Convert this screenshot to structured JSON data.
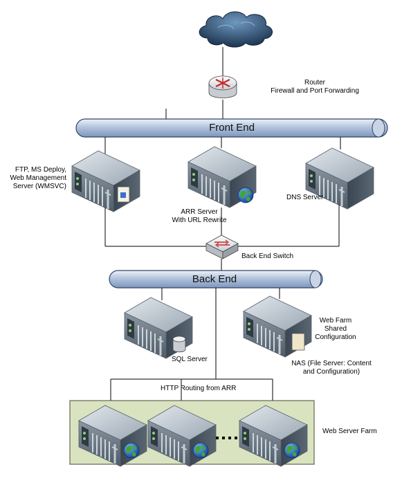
{
  "buses": {
    "front_end": "Front End",
    "back_end": "Back End"
  },
  "labels": {
    "router": [
      "Router",
      "Firewall and Port Forwarding"
    ],
    "ftp": [
      "FTP, MS Deploy,",
      "Web Management",
      "Server (WMSVC)"
    ],
    "arr": [
      "ARR Server",
      "With URL Rewrite"
    ],
    "dns": [
      "DNS Server"
    ],
    "back_end_switch": [
      "Back End Switch"
    ],
    "sql": [
      "SQL Server"
    ],
    "web_farm_config": [
      "Web Farm",
      "Shared",
      "Configuration"
    ],
    "nas": [
      "NAS (File Server: Content",
      "and Configuration)"
    ],
    "http_routing": [
      "HTTP Routing from ARR"
    ],
    "web_server_farm": [
      "Web Server Farm"
    ]
  },
  "icons": {
    "cloud": "internet-cloud-icon",
    "router": "router-icon",
    "switch": "switch-icon",
    "server": "server-icon",
    "globe": "globe-icon",
    "database": "database-icon",
    "document": "document-icon",
    "ellipsis": "ellipsis-icon"
  },
  "colors": {
    "bus_fill_top": "#dbe4f0",
    "bus_fill_bottom": "#8ea6c8",
    "bus_stroke": "#2f4668",
    "farm_fill": "#d9e3bf",
    "farm_stroke": "#4a4a3a",
    "cloud_dark": "#1d3550",
    "cloud_light": "#5c87ad",
    "server_dark": "#46535e",
    "server_light": "#b3bfca",
    "globe_blue": "#1b4fb3",
    "globe_green": "#3fa838"
  }
}
